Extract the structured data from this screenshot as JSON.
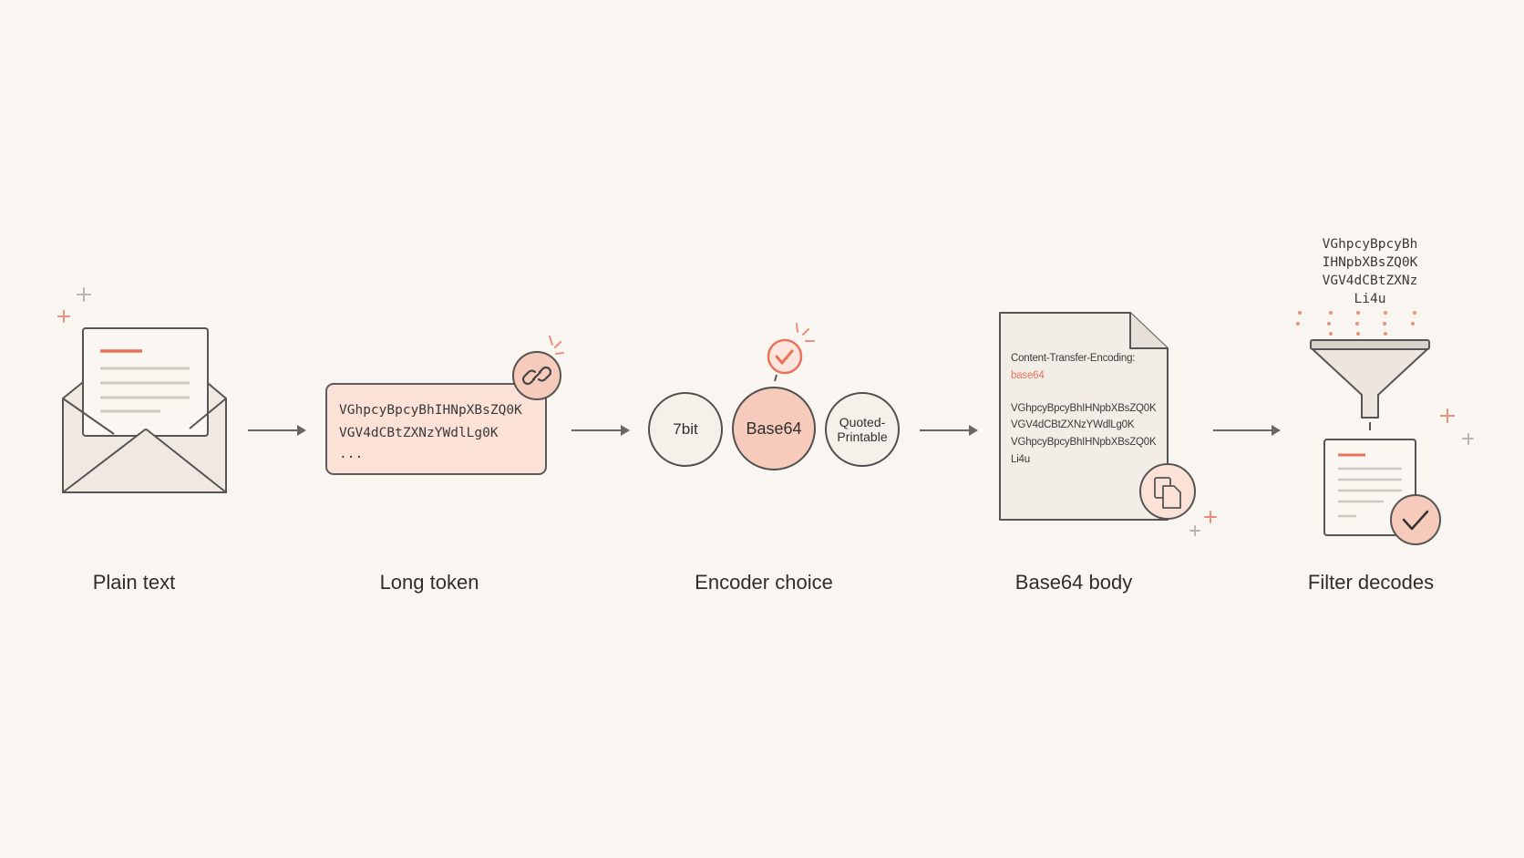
{
  "steps": [
    {
      "label": "Plain text"
    },
    {
      "label": "Long token"
    },
    {
      "label": "Encoder choice"
    },
    {
      "label": "Base64 body"
    },
    {
      "label": "Filter decodes"
    }
  ],
  "token": {
    "line1": "VGhpcyBpcyBhIHNpXBsZQ0K",
    "line2": "VGV4dCBtZXNzYWdlLg0K",
    "line3": "..."
  },
  "encoders": {
    "option1": "7bit",
    "option2": "Base64",
    "option3_line1": "Quoted-",
    "option3_line2": "Printable",
    "selected": "Base64"
  },
  "body": {
    "header": "Content-Transfer-Encoding:",
    "header_value": "base64",
    "line1": "VGhpcyBpcyBhIHNpbXBsZQ0K",
    "line2": "VGV4dCBtZXNzYWdlLg0K",
    "line3": "VGhpcyBpcyBhIHNpbXBsZQ0K",
    "line4": "Li4u"
  },
  "filter": {
    "line1": "VGhpcyBpcyBh",
    "line2": "IHNpbXBsZQ0K",
    "line3": "VGV4dCBtZXNz",
    "line4": "Li4u"
  },
  "colors": {
    "accent": "#e8735a",
    "accent_fill": "#f7cbbb",
    "background": "#f9f6f1",
    "stroke": "#555555"
  },
  "icons": [
    "envelope-icon",
    "link-icon",
    "check-icon",
    "document-icon",
    "copy-icon",
    "funnel-icon",
    "check-badge-icon",
    "arrow-icon",
    "sparkle-icon"
  ]
}
